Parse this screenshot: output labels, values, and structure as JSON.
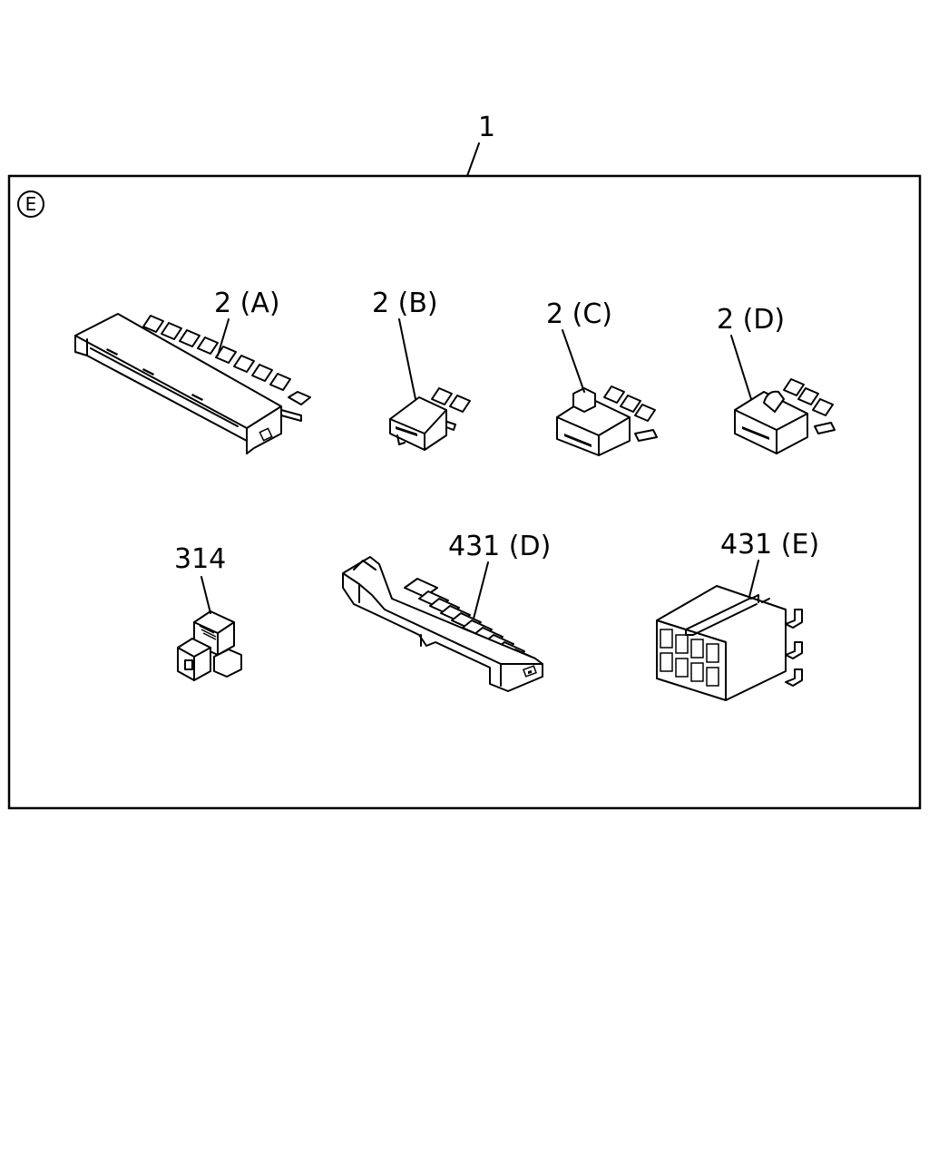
{
  "assembly_callout": "1",
  "section_marker": "E",
  "parts": [
    {
      "callout": "2 (A)"
    },
    {
      "callout": "2 (B)"
    },
    {
      "callout": "2 (C)"
    },
    {
      "callout": "2 (D)"
    },
    {
      "callout": "314"
    },
    {
      "callout": "431 (D)"
    },
    {
      "callout": "431 (E)"
    }
  ]
}
